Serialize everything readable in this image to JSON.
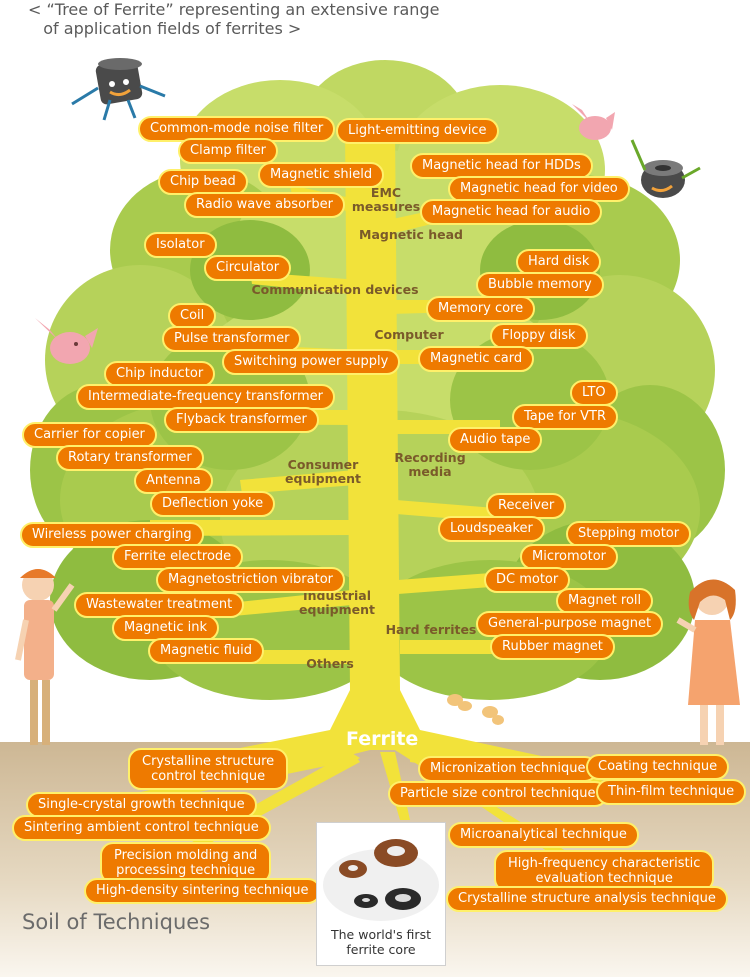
{
  "heading": "< “Tree of Ferrite” representing an extensive range\n   of application fields of ferrites >",
  "root_label": "Ferrite",
  "soil_label": "Soil of Techniques",
  "core_caption": "The world's first\nferrite core",
  "categories": [
    "EMC\nmeasures",
    "Magnetic head",
    "Communication devices",
    "Computer",
    "Recording\nmedia",
    "Consumer\nequipment",
    "Industrial\nequipment",
    "Hard ferrites",
    "Others"
  ],
  "applications": [
    "Common-mode noise filter",
    "Light-emitting device",
    "Clamp filter",
    "Chip bead",
    "Magnetic shield",
    "Radio wave absorber",
    "Magnetic head for HDDs",
    "Magnetic head for video",
    "Magnetic head for audio",
    "Isolator",
    "Circulator",
    "Hard disk",
    "Bubble memory",
    "Memory core",
    "Coil",
    "Pulse transformer",
    "Switching power supply",
    "Floppy disk",
    "Magnetic card",
    "Chip inductor",
    "Intermediate-frequency transformer",
    "Flyback transformer",
    "LTO",
    "Tape for VTR",
    "Carrier for copier",
    "Audio tape",
    "Rotary transformer",
    "Antenna",
    "Deflection yoke",
    "Receiver",
    "Loudspeaker",
    "Stepping motor",
    "Wireless power charging",
    "Ferrite electrode",
    "Micromotor",
    "Magnetostriction vibrator",
    "DC motor",
    "Wastewater treatment",
    "Magnet roll",
    "General-purpose magnet",
    "Magnetic ink",
    "Rubber magnet",
    "Magnetic fluid"
  ],
  "techniques": [
    "Crystalline structure\ncontrol technique",
    "Micronization technique",
    "Coating technique",
    "Particle size control technique",
    "Thin-film technique",
    "Single-crystal growth technique",
    "Sintering ambient control technique",
    "Microanalytical technique",
    "Precision molding and\nprocessing technique",
    "High-frequency characteristic\nevaluation technique",
    "High-density sintering technique",
    "Crystalline structure analysis technique"
  ],
  "colors": {
    "pill": "#ee7a00",
    "pill_border": "#fff06a",
    "trunk": "#f2e23a",
    "foliage_light": "#c7dd6a",
    "foliage_mid": "#9cc447",
    "foliage_dark": "#7fb33a",
    "soil": "#d6c3a0",
    "category_text": "#7a5a2a"
  },
  "icons": [
    "ferrite-core-character-icon",
    "bird-icon",
    "butterfly-icon",
    "girl-figure-icon"
  ]
}
